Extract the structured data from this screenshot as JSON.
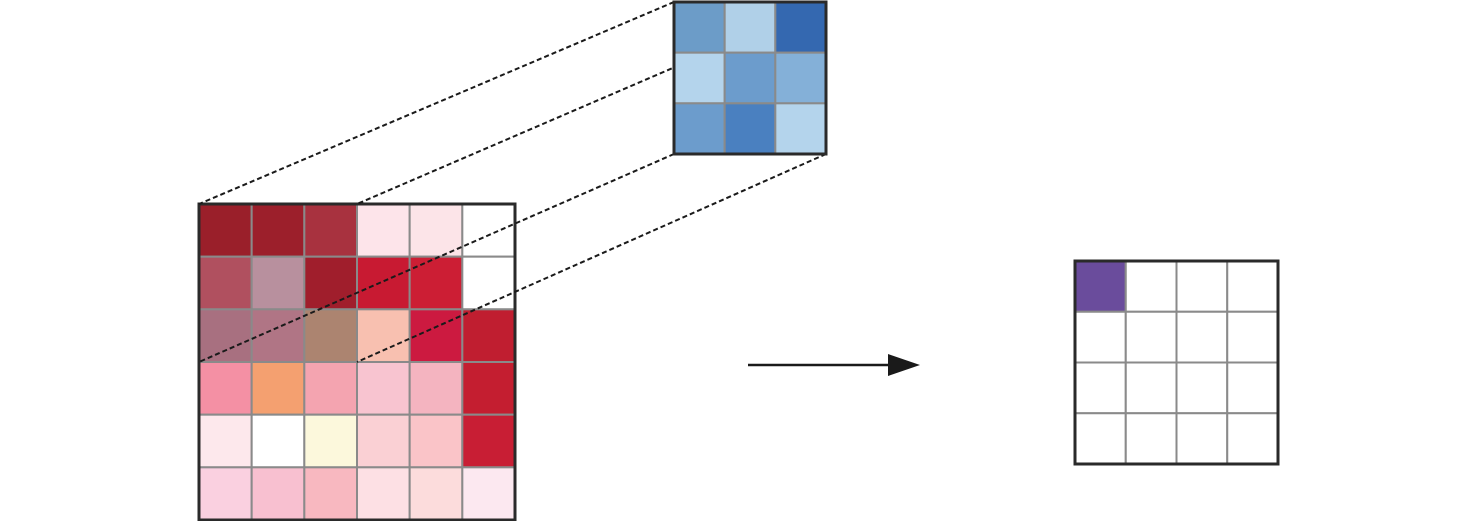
{
  "input_grid": {
    "rows": 6,
    "cols": 6,
    "colors": [
      [
        "#9a1f2a",
        "#9c1f2b",
        "#a8323f",
        "#fde4ea",
        "#fce4e8",
        "#ffffff"
      ],
      [
        "#b0505f",
        "#b8909e",
        "#a01e2c",
        "#c81a32",
        "#cc1e34",
        "#ffffff"
      ],
      [
        "#a87080",
        "#b07585",
        "#ac8470",
        "#f8c0b0",
        "#cc1a40",
        "#c01e30"
      ],
      [
        "#f490a4",
        "#f4a070",
        "#f4a4b0",
        "#f8c4d0",
        "#f4b4c0",
        "#c41e30"
      ],
      [
        "#fde8ec",
        "#ffffff",
        "#fcf8dc",
        "#fad0d4",
        "#fac4c8",
        "#c81e34"
      ],
      [
        "#fad0e0",
        "#f8c0d0",
        "#f8b8c0",
        "#fde0e4",
        "#fcdcdc",
        "#fce8f0"
      ]
    ]
  },
  "kernel": {
    "rows": 3,
    "cols": 3,
    "colors": [
      [
        "#6c9cc8",
        "#b0d0e8",
        "#3468b0"
      ],
      [
        "#b4d4ec",
        "#6c9ccc",
        "#84b0d8"
      ],
      [
        "#6c9ccc",
        "#4a80c0",
        "#b4d4ec"
      ]
    ]
  },
  "output_grid": {
    "rows": 4,
    "cols": 4,
    "filled_cell": [
      0,
      0
    ],
    "filled_color": "#6a4c9c",
    "empty_color": "#ffffff"
  },
  "colors": {
    "grid_line": "#8a8a8a",
    "border": "#2a2a2a",
    "arrow": "#1a1a1a"
  }
}
